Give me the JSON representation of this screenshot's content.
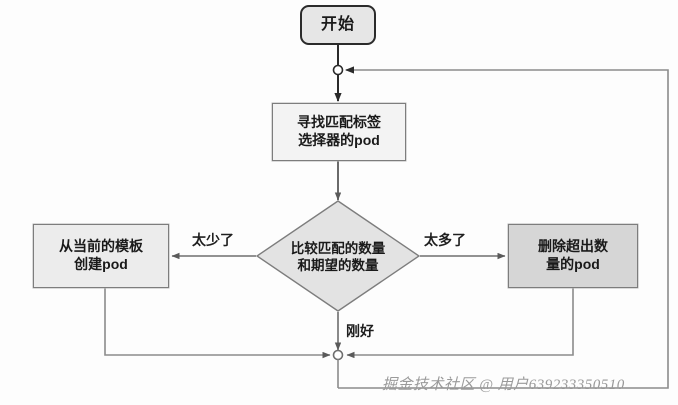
{
  "diagram": {
    "title_text": "",
    "type": "flowchart",
    "colors": {
      "stroke": "#7d7d7d",
      "terminator_stroke": "#2b2b2b",
      "terminator_fill": "#e6e6e6",
      "process_fill": "#f3f3f3",
      "process_fill_alt": "#ececec",
      "process_fill_dark": "#d6d6d6",
      "decision_fill": "#e3e3e3",
      "text": "#1a1a1a",
      "watermark": "#9a9a9a"
    },
    "nodes": [
      {
        "id": "start",
        "shape": "terminator",
        "label": "开始"
      },
      {
        "id": "find",
        "shape": "process",
        "label": "寻找匹配标签\n选择器的pod"
      },
      {
        "id": "decision",
        "shape": "diamond",
        "label": "比较匹配的数量\n和期望的数量"
      },
      {
        "id": "create",
        "shape": "process",
        "label": "从当前的模板\n创建pod"
      },
      {
        "id": "delete",
        "shape": "process",
        "label": "删除超出数\n量的pod"
      }
    ],
    "edge_labels": {
      "too_few": "太少了",
      "too_many": "太多了",
      "just_right": "刚好"
    },
    "edges": [
      {
        "from": "start",
        "to": "find",
        "label": ""
      },
      {
        "from": "find",
        "to": "decision",
        "label": ""
      },
      {
        "from": "decision",
        "to": "create",
        "label": "太少了"
      },
      {
        "from": "decision",
        "to": "delete",
        "label": "太多了"
      },
      {
        "from": "decision",
        "to": "junction_bottom",
        "label": "刚好"
      },
      {
        "from": "create",
        "to": "junction_bottom",
        "label": ""
      },
      {
        "from": "delete",
        "to": "junction_bottom",
        "label": ""
      },
      {
        "from": "junction_bottom",
        "to": "junction_top",
        "label": ""
      }
    ]
  },
  "watermark": {
    "text": "掘金技术社区 @ 用户639233350510"
  }
}
